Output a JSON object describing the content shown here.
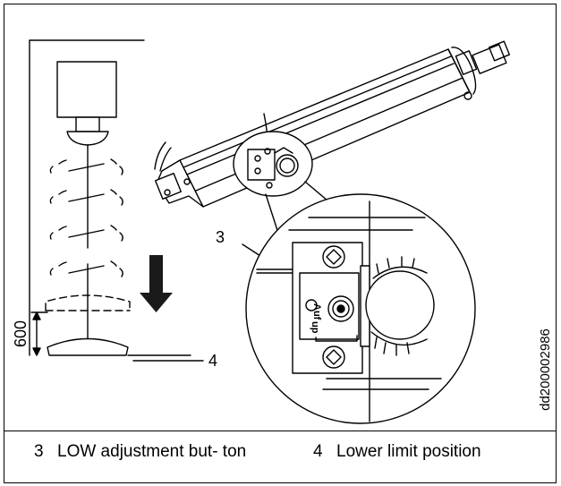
{
  "callouts": {
    "c3": "3",
    "c4": "4",
    "height": "600"
  },
  "document_id": "dd200002986",
  "legend": [
    {
      "number": "3",
      "text": "LOW adjustment but- ton"
    },
    {
      "number": "4",
      "text": "Lower limit position"
    }
  ],
  "colors": {
    "line": "#000000",
    "background": "#ffffff"
  },
  "icons": {
    "arrow": "down-arrow-icon"
  }
}
